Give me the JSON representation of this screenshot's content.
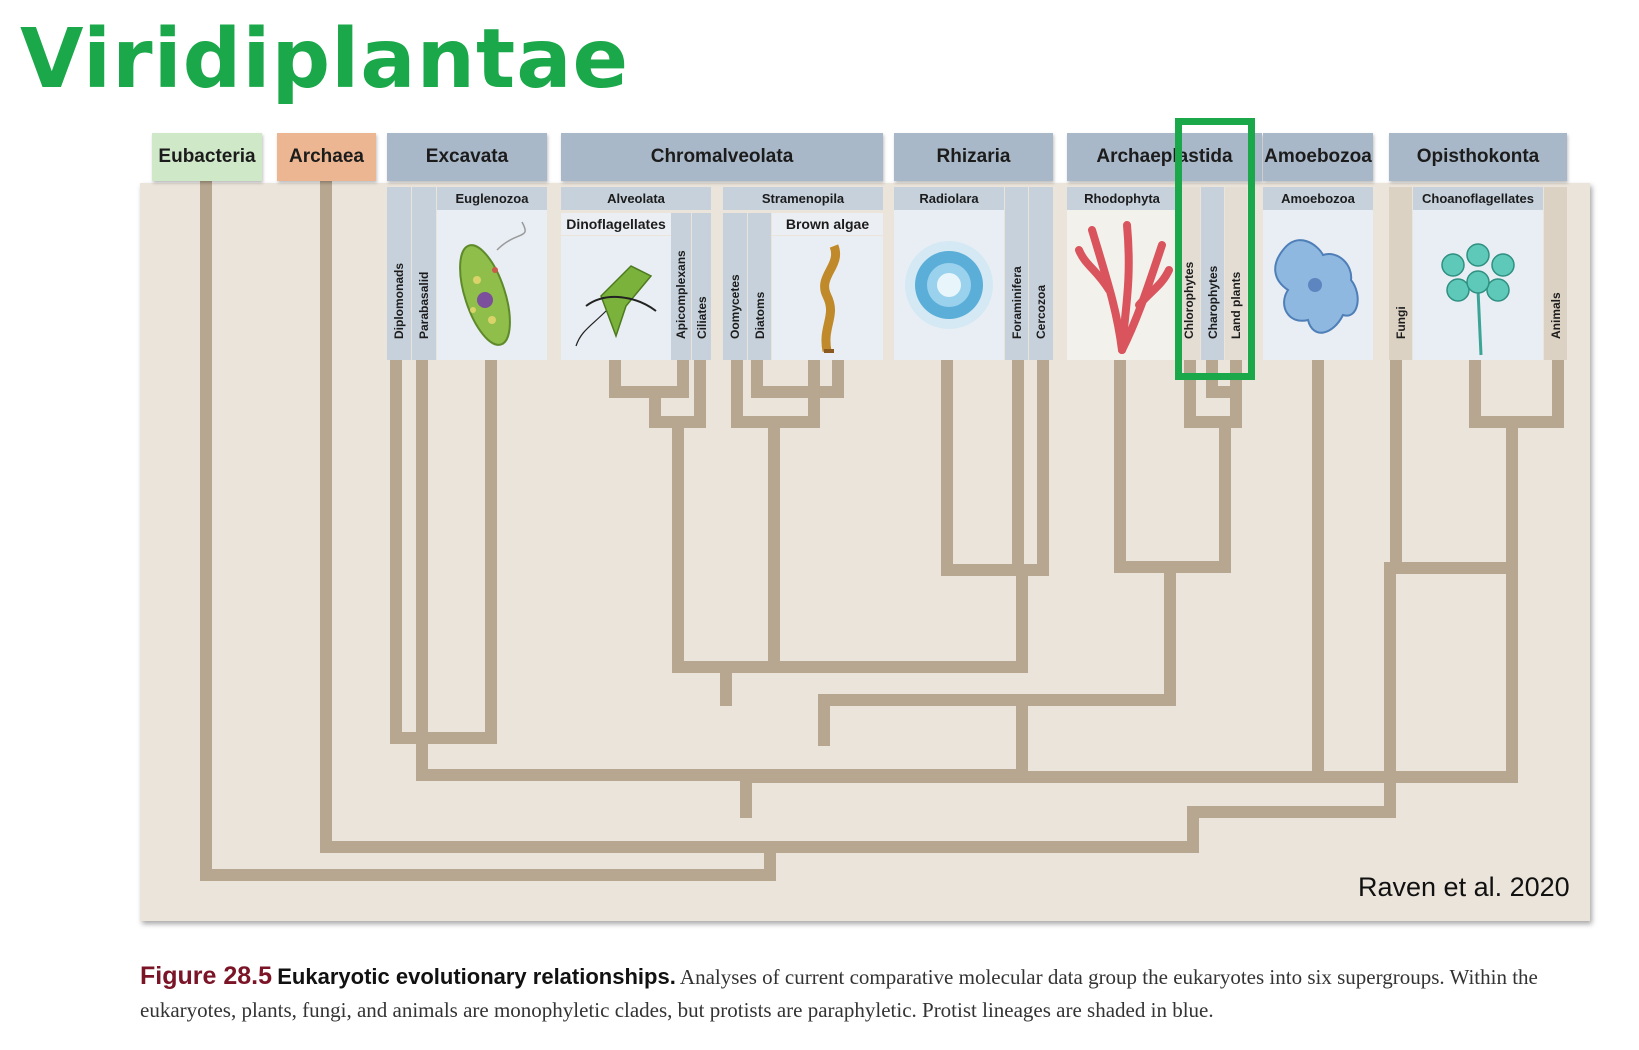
{
  "title": "Viridiplantae",
  "groups": {
    "eubacteria": "Eubacteria",
    "archaea": "Archaea",
    "excavata": "Excavata",
    "chromalveolata": "Chromalveolata",
    "rhizaria": "Rhizaria",
    "archaeplastida": "Archaeplastida",
    "amoebozoa": "Amoebozoa",
    "opisthokonta": "Opisthokonta"
  },
  "subgroups": {
    "euglenozoa": "Euglenozoa",
    "alveolata": "Alveolata",
    "stramenopila": "Stramenopila",
    "radiolara": "Radiolara",
    "rhodophyta": "Rhodophyta",
    "amoebozoa_sub": "Amoebozoa",
    "choanoflagellates": "Choanoflagellates",
    "dinoflagellates": "Dinoflagellates",
    "brown_algae": "Brown algae"
  },
  "lineages": {
    "diplomonads": "Diplomonads",
    "parabasalid": "Parabasalid",
    "apicomplexans": "Apicomplexans",
    "ciliates": "Ciliates",
    "oomycetes": "Oomycetes",
    "diatoms": "Diatoms",
    "foraminifera": "Foraminifera",
    "cercozoa": "Cercozoa",
    "chlorophytes": "Chlorophytes",
    "charophytes": "Charophytes",
    "land_plants": "Land plants",
    "fungi": "Fungi",
    "animals": "Animals"
  },
  "colors": {
    "title_green": "#1aa84a",
    "highlight_green": "#1aa84a",
    "protist_blue": "#a9b8c8",
    "tree_tan": "#b7a690",
    "figure_bg": "#ebe4da",
    "eubacteria": "#cfe8c8",
    "archaea": "#ecb692",
    "figure_number": "#7a1426"
  },
  "credit": "Raven et al. 2020",
  "caption": {
    "figure_number": "Figure 28.5",
    "figure_title": "Eukaryotic evolutionary relationships.",
    "text": "Analyses of current comparative molecular data group the eukaryotes into six supergroups. Within the eukaryotes, plants, fungi, and animals are monophyletic clades, but protists are paraphyletic. Protist lineages are shaded in blue."
  }
}
